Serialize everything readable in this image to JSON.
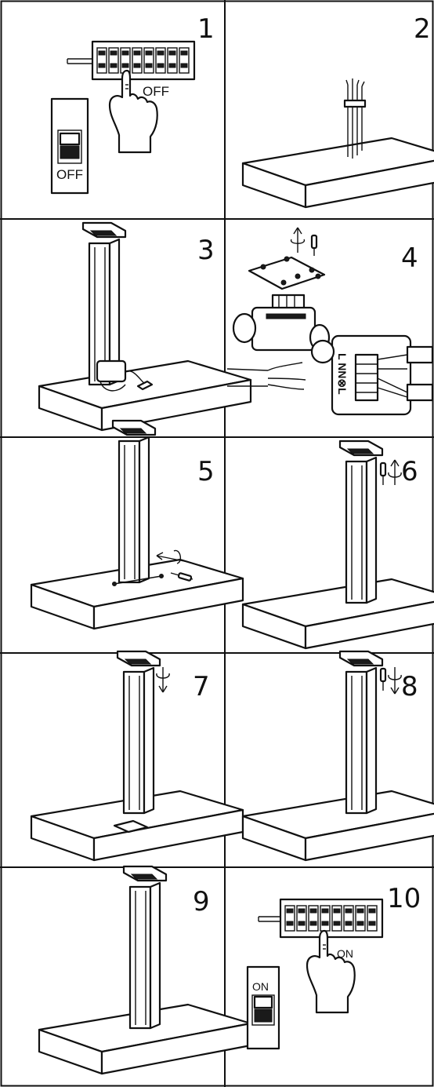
{
  "steps": [
    {
      "number": "1",
      "label": "OFF",
      "breaker_label": "OFF",
      "icon": "turn-off-power"
    },
    {
      "number": "2",
      "icon": "cables-through-base"
    },
    {
      "number": "3",
      "icon": "place-bollard-with-junction-box"
    },
    {
      "number": "4",
      "icon": "connect-wiring-terminal",
      "terminal_label": "L NN⊗L"
    },
    {
      "number": "5",
      "icon": "fix-base-screws"
    },
    {
      "number": "6",
      "icon": "open-top-cap"
    },
    {
      "number": "7",
      "icon": "screw-lamp-head"
    },
    {
      "number": "8",
      "icon": "close-top-cap"
    },
    {
      "number": "9",
      "icon": "assembled-bollard"
    },
    {
      "number": "10",
      "label": "ON",
      "breaker_label": "ON",
      "icon": "turn-on-power"
    }
  ],
  "colors": {
    "line": "#111111",
    "background": "#ffffff"
  }
}
